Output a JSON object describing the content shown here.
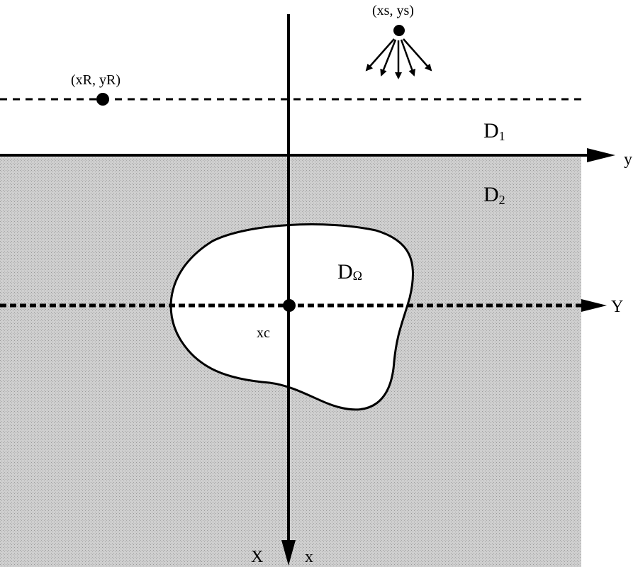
{
  "labels": {
    "source_point": "(xs, ys)",
    "receiver_point": "(xR, yR)",
    "layer_upper_main": "D",
    "layer_upper_sub": "1",
    "layer_lower_main": "D",
    "layer_lower_sub": "2",
    "inclusion_main": "D",
    "inclusion_sub": "Ω",
    "center_point": "xc",
    "axis_y": "y",
    "axis_Y": "Y",
    "axis_X": "X",
    "axis_x": "x"
  },
  "colors": {
    "ink": "#000000",
    "lower_half_space": "#c8c8c8",
    "upper_half_space": "#ffffff",
    "inclusion_fill": "#ffffff"
  }
}
